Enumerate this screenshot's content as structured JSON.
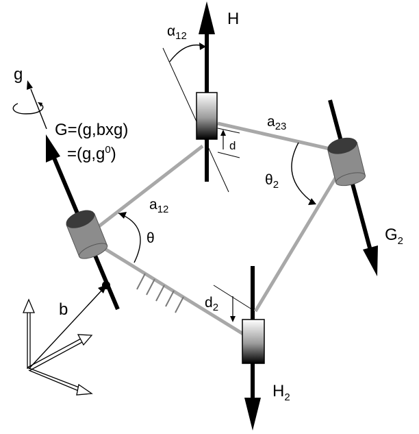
{
  "labels": {
    "H": "H",
    "alpha": "α",
    "alpha_sub": "12",
    "g": "g",
    "G_line1": "G=(g,bxg)",
    "G_line2_prefix": "=(g,g",
    "G_line2_sup": "0",
    "G_line2_suffix": ")",
    "a23": "a",
    "a23_sub": "23",
    "d": "d",
    "theta2": "θ",
    "theta2_sub": "2",
    "a12": "a",
    "a12_sub": "12",
    "theta": "θ",
    "G2": "G",
    "G2_sub": "2",
    "b": "b",
    "d2": "d",
    "d2_sub": "2",
    "H2": "H",
    "H2_sub": "2"
  },
  "colors": {
    "axis": "#000000",
    "link": "#a8a8a8",
    "cylinder_body": "#8c8c8c",
    "cylinder_top": "#3a3a3a",
    "slider_gradient_top": "#ffffff",
    "slider_gradient_bottom": "#000000"
  }
}
